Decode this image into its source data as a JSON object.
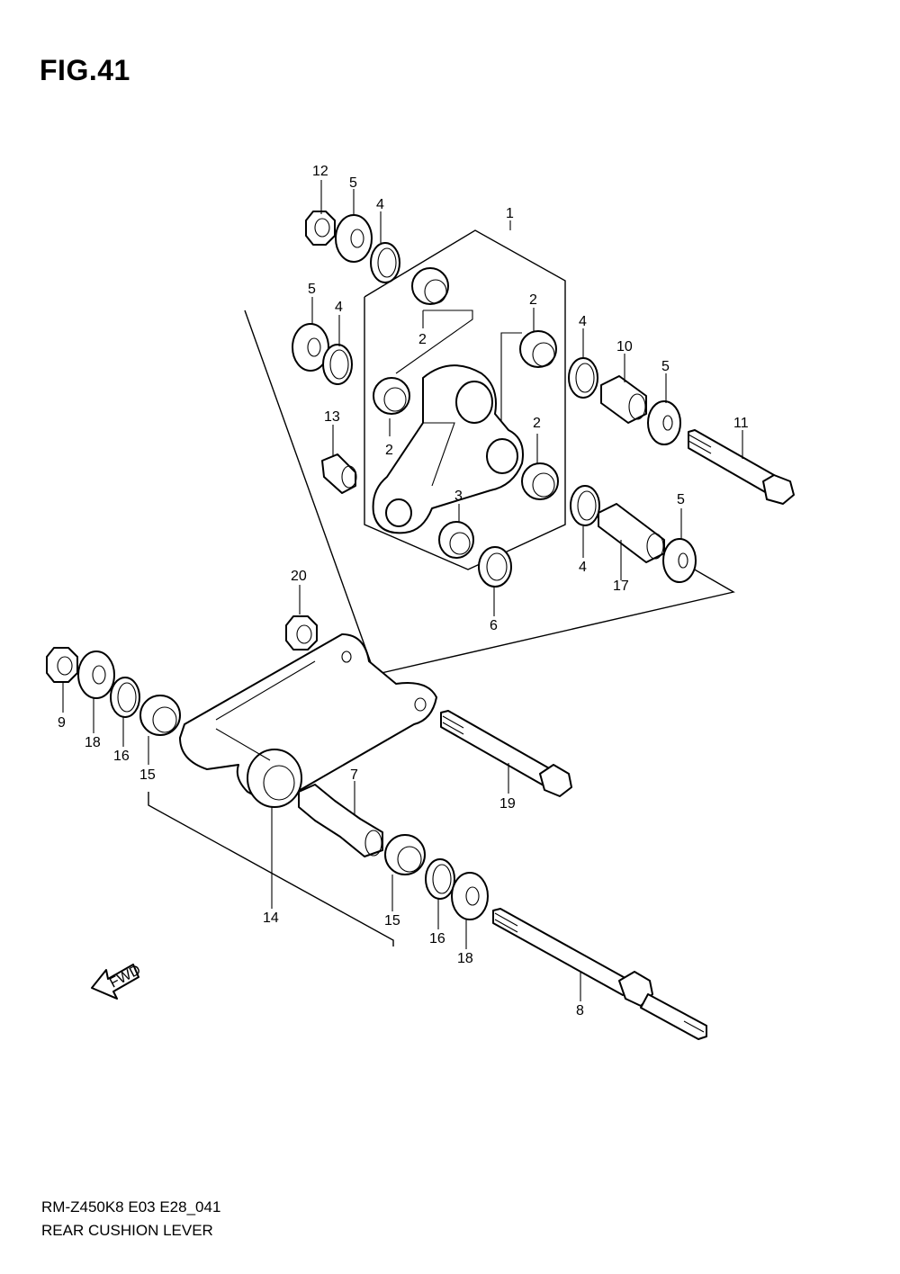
{
  "figure": {
    "title": "FIG.41"
  },
  "footer": {
    "model_code": "RM-Z450K8 E03 E28_041",
    "part_group": "REAR CUSHION LEVER"
  },
  "callouts": [
    {
      "id": "c12",
      "text": "12"
    },
    {
      "id": "c5a",
      "text": "5"
    },
    {
      "id": "c4a",
      "text": "4"
    },
    {
      "id": "c1",
      "text": "1"
    },
    {
      "id": "c5b",
      "text": "5"
    },
    {
      "id": "c4b",
      "text": "4"
    },
    {
      "id": "c2a",
      "text": "2"
    },
    {
      "id": "c2b",
      "text": "2"
    },
    {
      "id": "c2c",
      "text": "2"
    },
    {
      "id": "c2d",
      "text": "2"
    },
    {
      "id": "c4c",
      "text": "4"
    },
    {
      "id": "c10",
      "text": "10"
    },
    {
      "id": "c5c",
      "text": "5"
    },
    {
      "id": "c11",
      "text": "11"
    },
    {
      "id": "c13",
      "text": "13"
    },
    {
      "id": "c3",
      "text": "3"
    },
    {
      "id": "c5d",
      "text": "5"
    },
    {
      "id": "c4d",
      "text": "4"
    },
    {
      "id": "c17",
      "text": "17"
    },
    {
      "id": "c6",
      "text": "6"
    },
    {
      "id": "c20",
      "text": "20"
    },
    {
      "id": "c9",
      "text": "9"
    },
    {
      "id": "c18a",
      "text": "18"
    },
    {
      "id": "c16a",
      "text": "16"
    },
    {
      "id": "c15a",
      "text": "15"
    },
    {
      "id": "c7",
      "text": "7"
    },
    {
      "id": "c19",
      "text": "19"
    },
    {
      "id": "c14",
      "text": "14"
    },
    {
      "id": "c15b",
      "text": "15"
    },
    {
      "id": "c16b",
      "text": "16"
    },
    {
      "id": "c18b",
      "text": "18"
    },
    {
      "id": "c8",
      "text": "8"
    }
  ],
  "fwd_label": "FWD"
}
